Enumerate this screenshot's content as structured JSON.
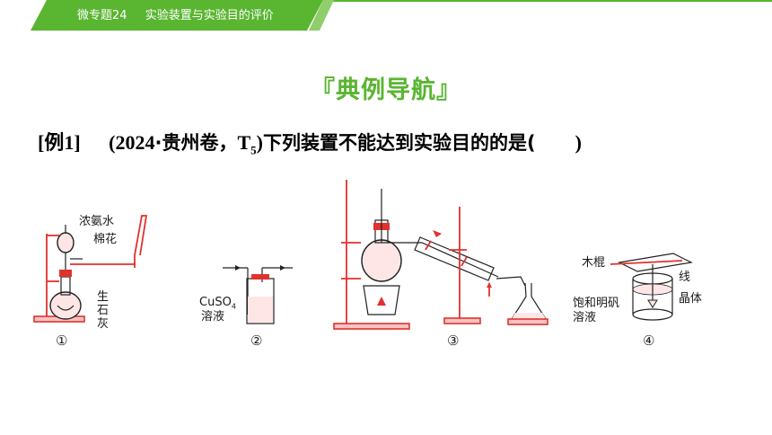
{
  "header": {
    "topic": "微专题24",
    "title": "实验装置与实验目的评价"
  },
  "section_heading": "『典例导航』",
  "question": {
    "number": "[例1]",
    "source_open": "(2024",
    "source_dot": "·",
    "source_name": "贵州卷，",
    "source_t": "T",
    "source_sub": "5",
    "source_close": ")",
    "stem": "下列装置不能达到实验目的的是(",
    "answer_blank": "　　)"
  },
  "figures": {
    "fig1": {
      "label_1": "浓氨水",
      "label_2": "棉花",
      "label_3": "生石灰",
      "number": "①"
    },
    "fig2": {
      "reagent": "CuSO",
      "reagent_sub": "4",
      "label_solution": "溶液",
      "number": "②"
    },
    "fig3": {
      "number": "③"
    },
    "fig4": {
      "label_stick": "木棍",
      "label_thread": "线",
      "label_solution": "饱和明矾溶液",
      "label_crystal": "晶体",
      "number": "④"
    }
  },
  "colors": {
    "header_green": "#5ab531",
    "heading_green": "#5ab531",
    "apparatus_red": "#e0322e",
    "apparatus_pink": "#f6c4c2"
  }
}
